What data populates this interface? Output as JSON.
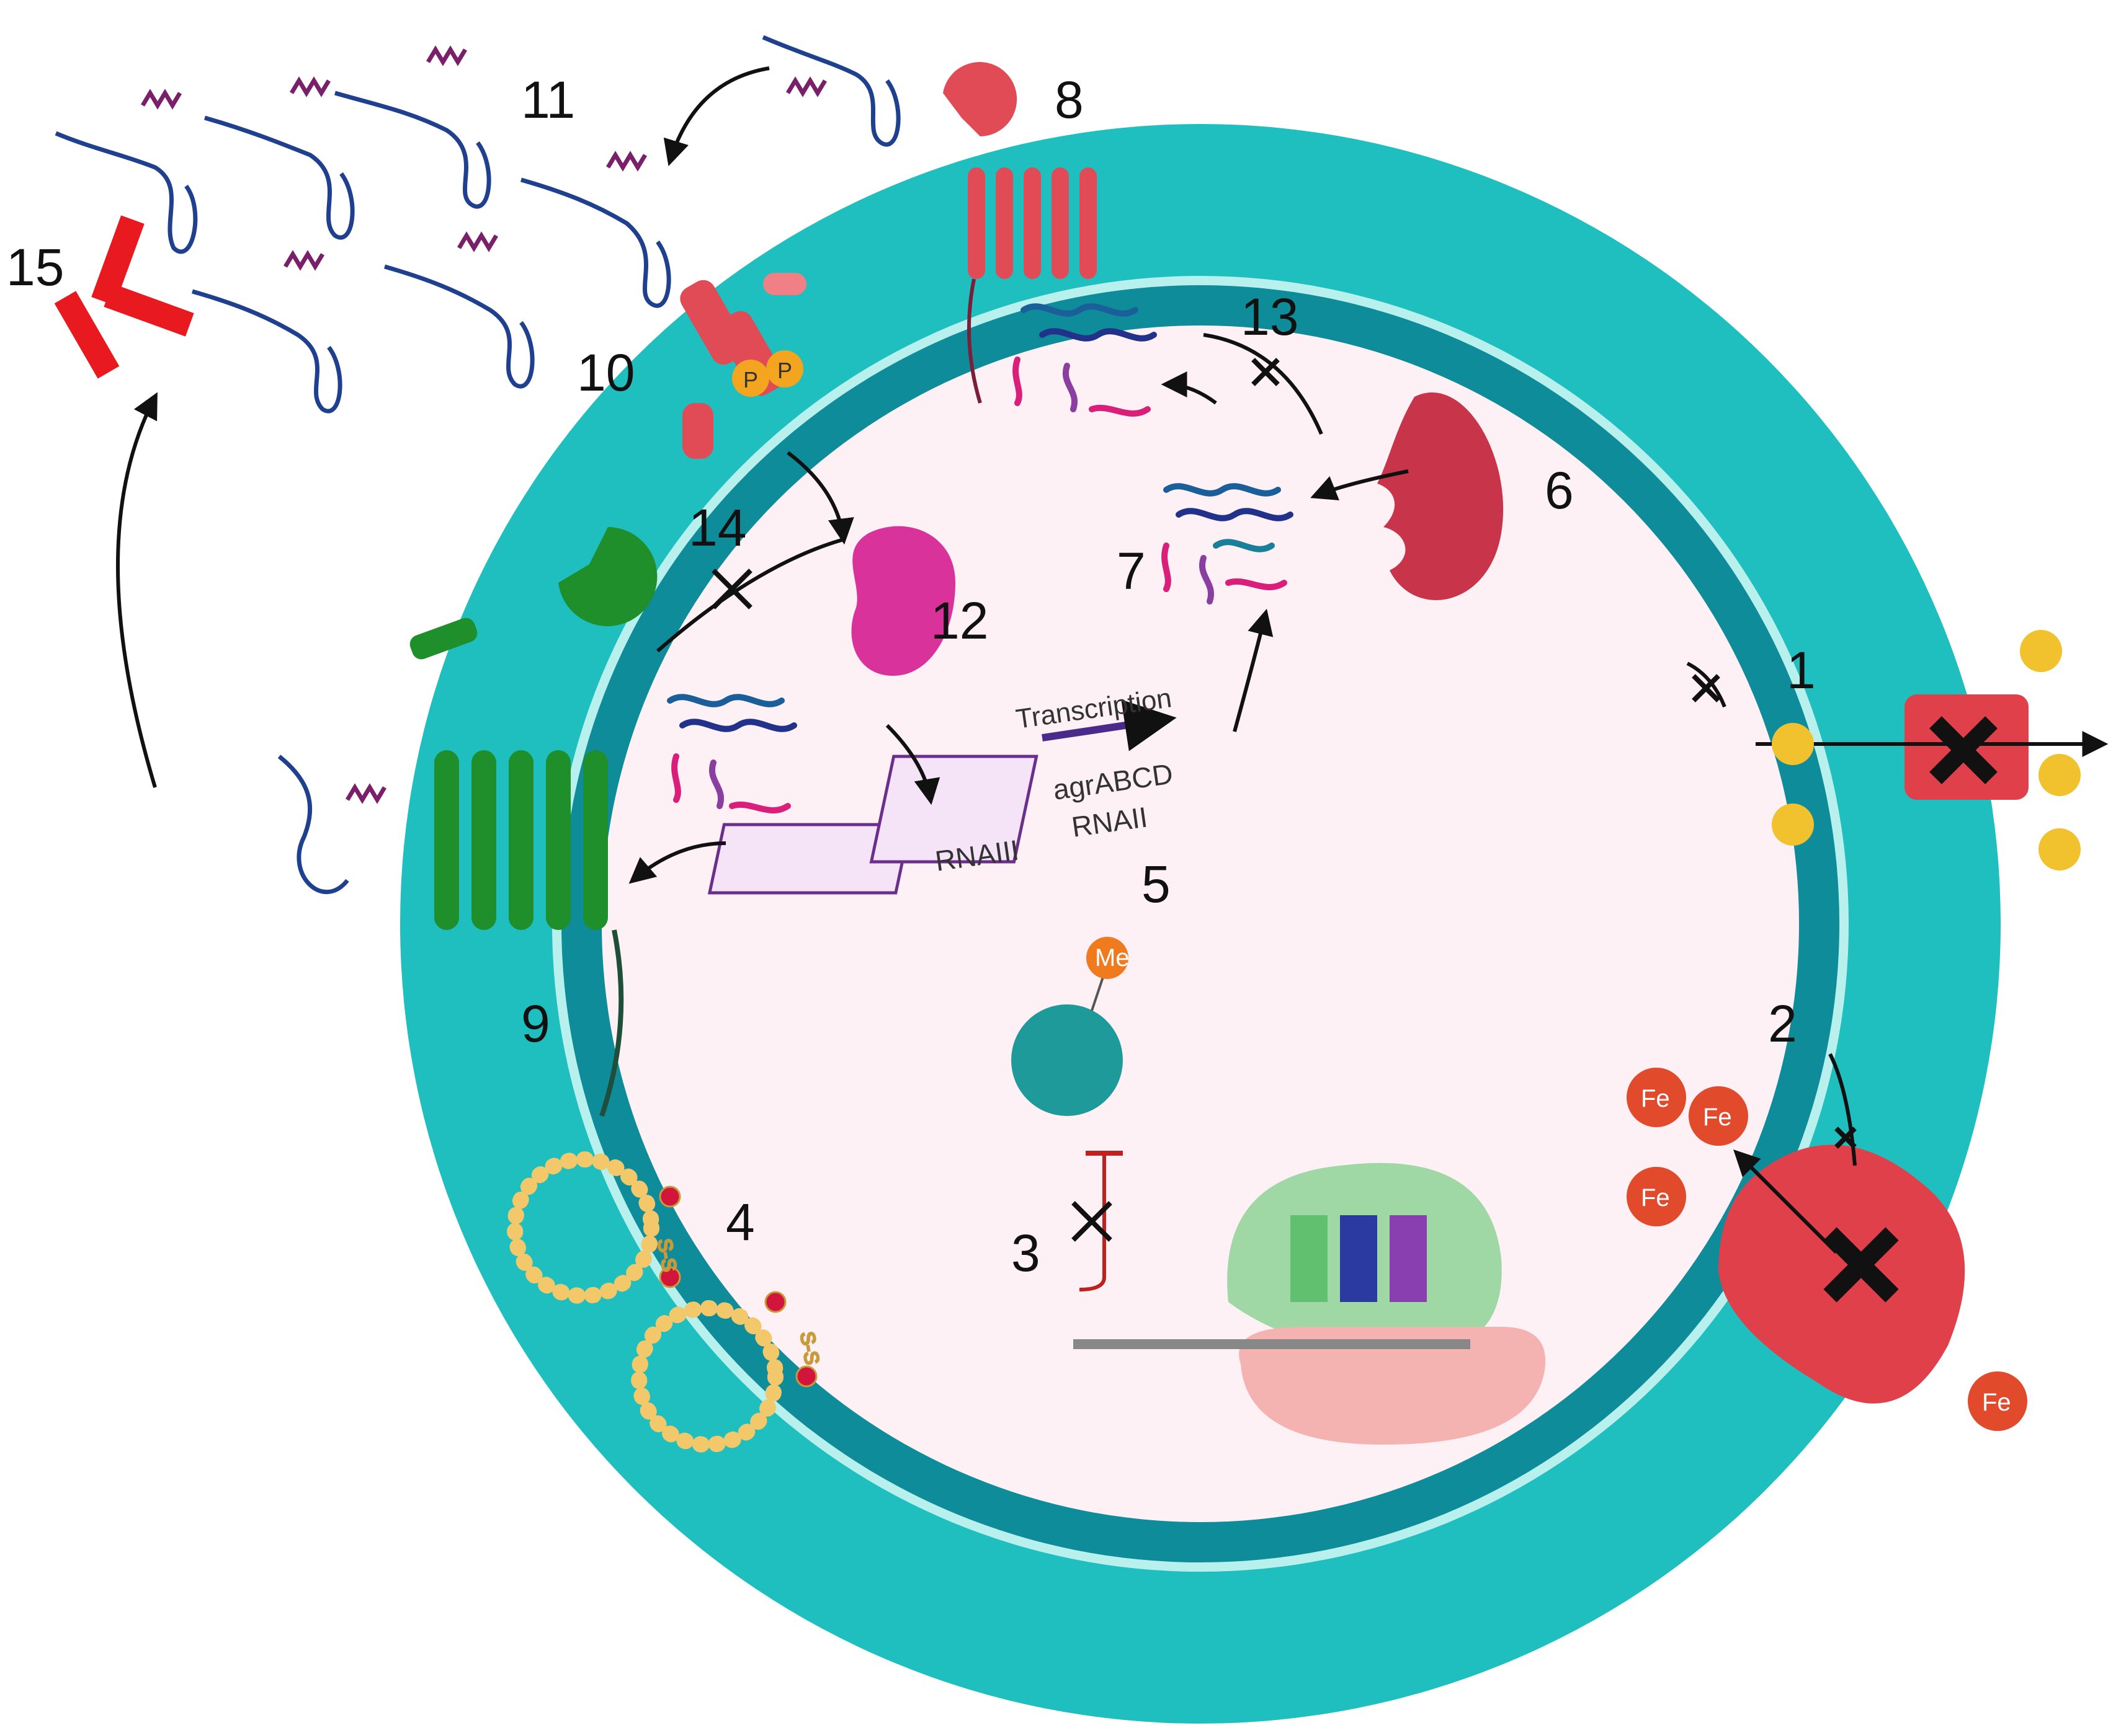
{
  "labels": {
    "n1": "1",
    "n2": "2",
    "n3": "3",
    "n4": "4",
    "n5": "5",
    "n6": "6",
    "n7": "7",
    "n8": "8",
    "n9": "9",
    "n10": "10",
    "n11": "11",
    "n12": "12",
    "n13": "13",
    "n14": "14",
    "n15": "15"
  },
  "operon": {
    "transcription": "Transcription",
    "rnaiii": "RNAIII",
    "agr_line1": "agrABCD",
    "agr_line2": "RNAII"
  },
  "methyl": "Me",
  "iron": [
    "Fe",
    "Fe",
    "Fe",
    "Fe"
  ],
  "phospho": [
    "P",
    "P"
  ],
  "disulfide": [
    "S-S",
    "S-S"
  ],
  "colors": {
    "outer_ring": "#1fbfbf",
    "inner_ring": "#0e8c9a",
    "cytoplasm": "#fdf1f6",
    "iron": "#e24a2c",
    "efflux_pump": "#e0404a",
    "receptor_green": "#1e8f2a",
    "sensor_red": "#e14b55",
    "gold_ions": "#f2c12e"
  }
}
